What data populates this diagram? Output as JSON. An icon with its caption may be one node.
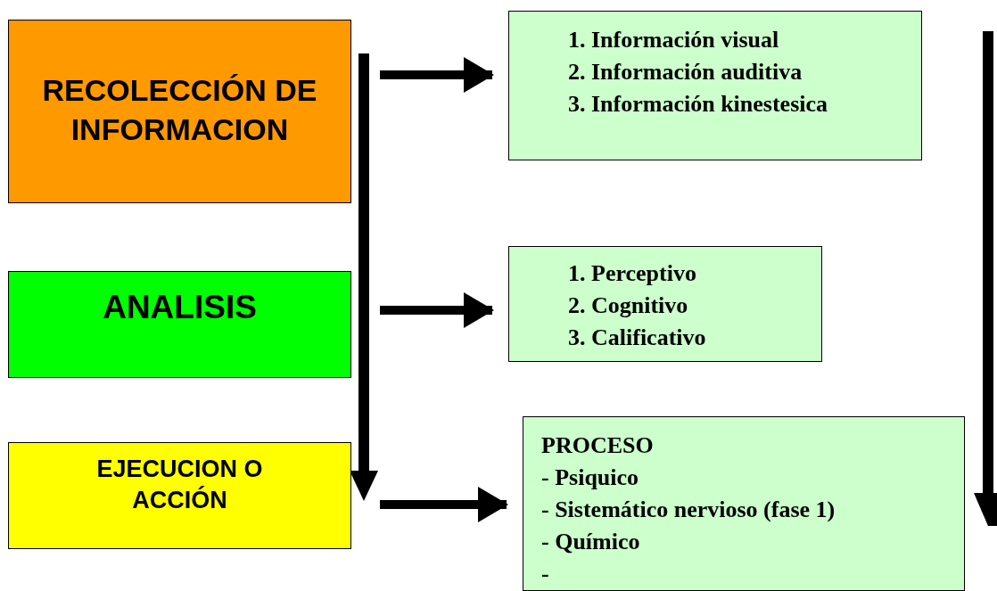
{
  "diagram": {
    "nodes": [
      {
        "text": [
          "RECOLECCIÓN DE INFORMACION"
        ]
      },
      {
        "text": [
          "1. Información visual",
          "2. Información auditiva",
          "3. Información kinestesica"
        ]
      },
      {
        "text": [
          "ANALISIS"
        ]
      },
      {
        "text": [
          "1. Perceptivo",
          "2. Cognitivo",
          "3. Calificativo"
        ]
      },
      {
        "text": [
          "EJECUCION O ACCIÓN"
        ]
      },
      {
        "text": [
          "PROCESO",
          "- Psiquico",
          "- Sistemático nervioso (fase 1)",
          "- Químico",
          "-"
        ]
      }
    ],
    "edges": [
      {
        "from": 0,
        "to": 1,
        "arrow": "to"
      },
      {
        "from": 2,
        "to": 3,
        "arrow": "to"
      },
      {
        "from": 4,
        "to": 5,
        "arrow": "to"
      }
    ]
  }
}
